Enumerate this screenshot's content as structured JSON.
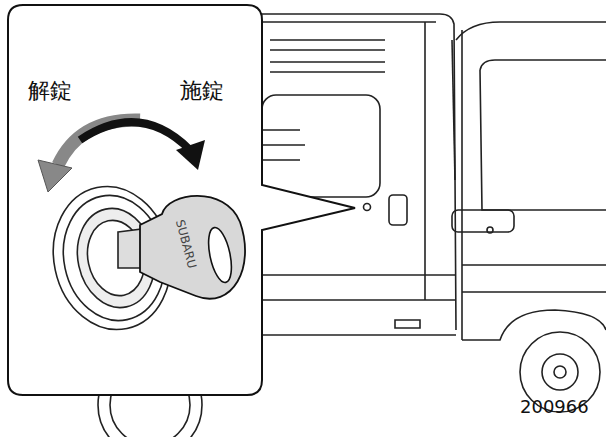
{
  "diagram": {
    "labels": [
      "解錠",
      "施錠",
      "SUBARU",
      "200966"
    ]
  }
}
